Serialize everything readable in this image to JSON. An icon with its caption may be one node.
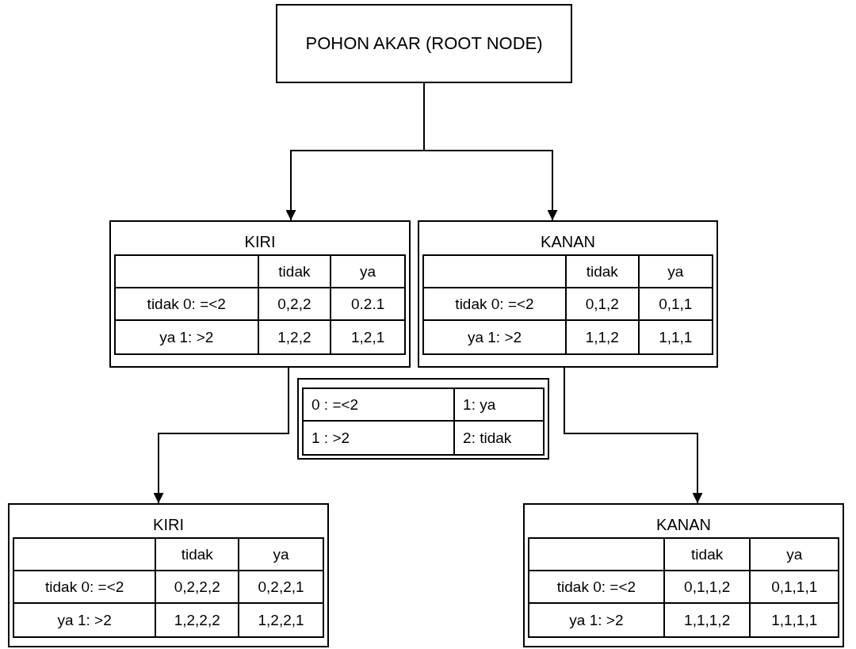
{
  "diagram": {
    "nodes": [
      {
        "text": [
          "POHON AKAR (ROOT NODE)"
        ]
      },
      {
        "text": [
          "KIRI",
          "tidak",
          "ya",
          "tidak 0: =<2",
          "0,2,2",
          "0.2.1",
          "ya 1: >2",
          "1,2,2",
          "1,2,1"
        ]
      },
      {
        "text": [
          "KANAN",
          "tidak",
          "ya",
          "tidak 0: =<2",
          "0,1,2",
          "0,1,1",
          "ya 1: >2",
          "1,1,2",
          "1,1,1"
        ]
      },
      {
        "text": [
          "0 : =<2",
          "1: ya",
          "1 : >2",
          "2: tidak"
        ]
      },
      {
        "text": [
          "KIRI",
          "tidak",
          "ya",
          "tidak 0: =<2",
          "0,2,2,2",
          "0,2,2,1",
          "ya 1: >2",
          "1,2,2,2",
          "1,2,2,1"
        ]
      },
      {
        "text": [
          "KANAN",
          "tidak",
          "ya",
          "tidak 0: =<2",
          "0,1,1,2",
          "0,1,1,1",
          "ya 1: >2",
          "1,1,1,2",
          "1,1,1,1"
        ]
      }
    ],
    "edges": [
      {
        "from": 0,
        "to": 1,
        "arrow": "to"
      },
      {
        "from": 0,
        "to": 2,
        "arrow": "to"
      },
      {
        "from": 1,
        "to": 4,
        "arrow": "to"
      },
      {
        "from": 2,
        "to": 5,
        "arrow": "to"
      }
    ]
  }
}
